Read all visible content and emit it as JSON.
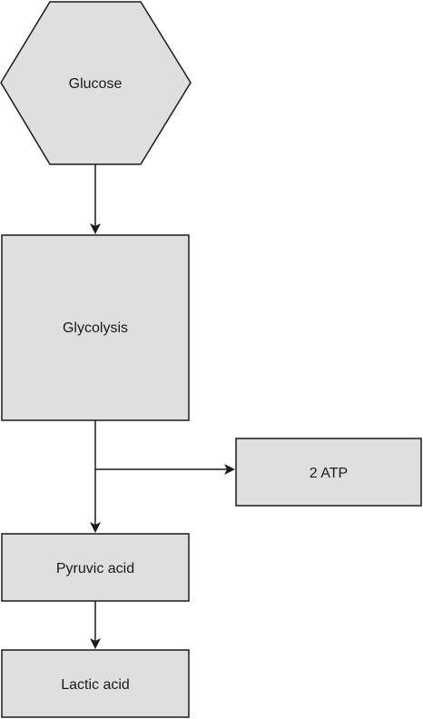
{
  "diagram": {
    "type": "flowchart",
    "colors": {
      "node_fill": "#dfe0dd",
      "stroke": "#1a1a1a",
      "text": "#1a1a1a",
      "background": "#ffffff"
    },
    "nodes": {
      "glucose": {
        "label": "Glucose",
        "shape": "hexagon"
      },
      "glycolysis": {
        "label": "Glycolysis",
        "shape": "rectangle"
      },
      "atp": {
        "label": "2 ATP",
        "shape": "rectangle"
      },
      "pyruvic_acid": {
        "label": "Pyruvic acid",
        "shape": "rectangle"
      },
      "lactic_acid": {
        "label": "Lactic acid",
        "shape": "rectangle"
      }
    },
    "edges": [
      {
        "from": "Glucose",
        "to": "Glycolysis"
      },
      {
        "from": "Glycolysis",
        "to": "Pyruvic acid"
      },
      {
        "from": "Glycolysis",
        "to": "2 ATP"
      },
      {
        "from": "Pyruvic acid",
        "to": "Lactic acid"
      }
    ]
  }
}
